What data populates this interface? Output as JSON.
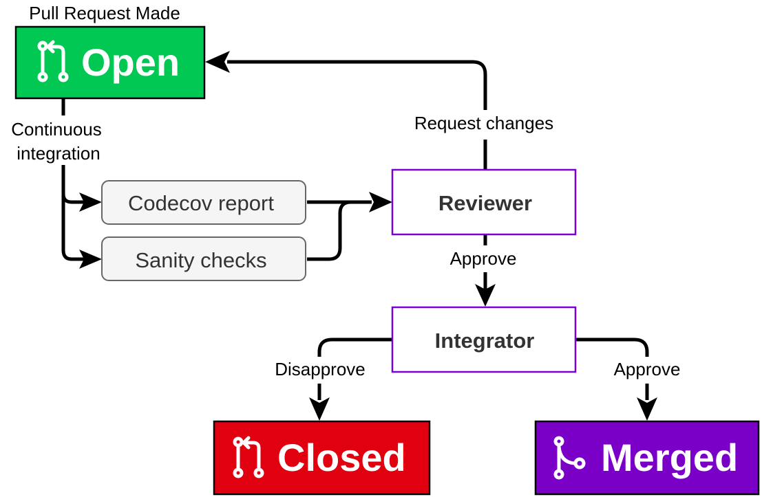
{
  "colors": {
    "open": "#00c853",
    "closed": "#e10010",
    "merged": "#7a00c8",
    "role_border": "#7b00d4",
    "check_fill": "#f5f5f5",
    "check_border": "#666666"
  },
  "states": {
    "open": {
      "label": "Open",
      "caption": "Pull Request Made",
      "icon": "pull-request-icon"
    },
    "closed": {
      "label": "Closed",
      "icon": "pull-request-icon"
    },
    "merged": {
      "label": "Merged",
      "icon": "merge-icon"
    }
  },
  "checks": {
    "codecov": "Codecov report",
    "sanity": "Sanity checks"
  },
  "roles": {
    "reviewer": "Reviewer",
    "integrator": "Integrator"
  },
  "edges": {
    "ci_line1": "Continuous",
    "ci_line2": "integration",
    "request_changes": "Request changes",
    "reviewer_approve": "Approve",
    "disapprove": "Disapprove",
    "integrator_approve": "Approve"
  }
}
